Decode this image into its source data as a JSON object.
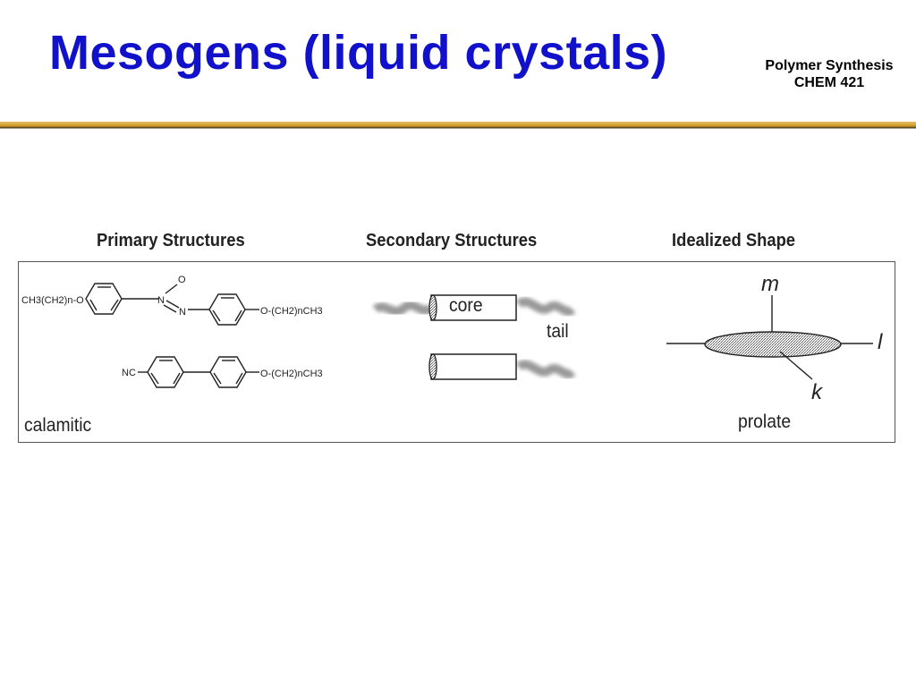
{
  "slide": {
    "title": "Mesogens (liquid crystals)",
    "course_line1": "Polymer Synthesis",
    "course_line2": "CHEM 421"
  },
  "figure": {
    "headings": {
      "primary": "Primary Structures",
      "secondary": "Secondary Structures",
      "idealized": "Idealized Shape"
    },
    "labels": {
      "calamitic": "calamitic",
      "core": "core",
      "tail": "tail",
      "prolate": "prolate"
    },
    "axes": {
      "m": "m",
      "l": "l",
      "k": "k"
    },
    "molecule1": {
      "left_group": "CH3(CH2)n-O",
      "right_group": "O-(CH2)nCH3",
      "oxide_o": "O",
      "azo_n1": "N",
      "azo_n2": "N"
    },
    "molecule2": {
      "left_group": "NC",
      "right_group": "O-(CH2)nCH3"
    }
  },
  "colors": {
    "title": "#1111cc",
    "divider_gold": "#d9a93a",
    "divider_dark": "#3a2e10",
    "text": "#222222"
  }
}
